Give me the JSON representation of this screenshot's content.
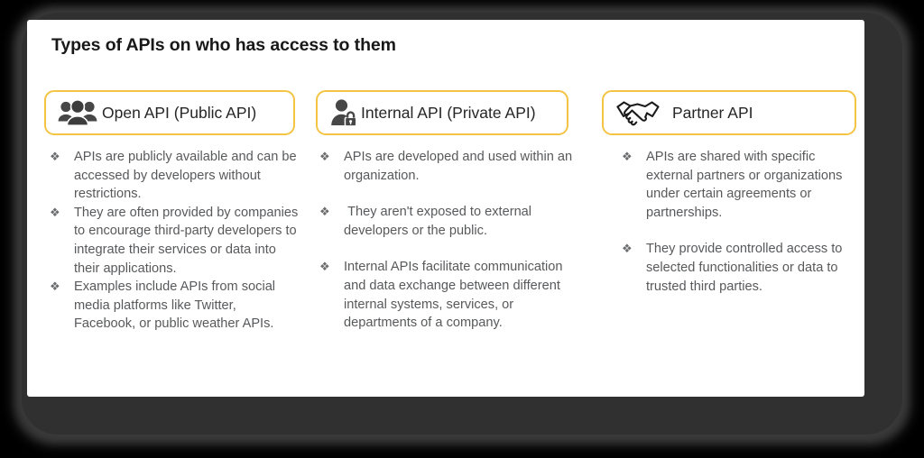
{
  "page": {
    "title": "Types of APIs on who has access to them",
    "bullet_glyph": "❖",
    "accent_color": "#F4C444",
    "text_color": "#58595b",
    "title_color": "#181818",
    "panel_color": "#ffffff",
    "bezel_color": "#303030"
  },
  "columns": [
    {
      "icon": "people-group-icon",
      "heading": "Open API (Public API)",
      "bullets": [
        "APIs are publicly available and can be accessed by developers without restrictions.",
        "They are often provided by companies to encourage third-party developers to integrate their services or data into their applications.",
        "Examples include APIs from social media platforms like Twitter, Facebook, or public weather APIs."
      ]
    },
    {
      "icon": "person-lock-icon",
      "heading": "Internal API (Private API)",
      "bullets": [
        "APIs are developed and used within an organization.",
        " They aren't exposed to external developers or the public.",
        "Internal APIs facilitate communication and data exchange between different internal systems, services, or departments of a company."
      ]
    },
    {
      "icon": "handshake-icon",
      "heading": "Partner API",
      "bullets": [
        "APIs are shared with specific external partners or organizations under certain agreements or partnerships.",
        "They provide controlled access to selected functionalities or data to trusted third parties."
      ]
    }
  ]
}
